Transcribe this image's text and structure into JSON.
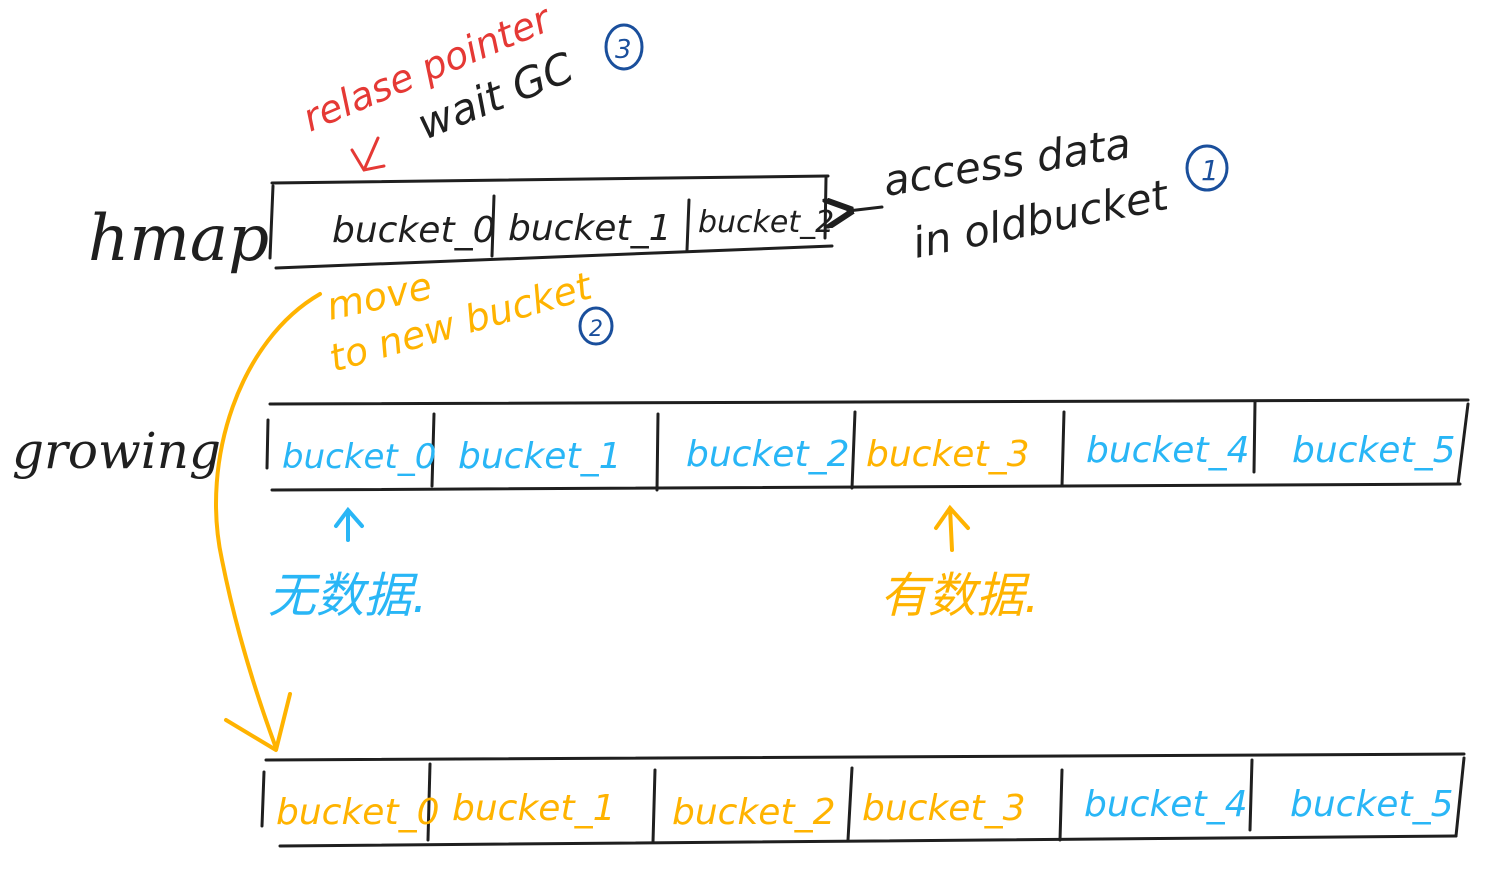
{
  "colors": {
    "ink": "#1f1f1f",
    "blue": "#29b6f6",
    "orange": "#ffb300",
    "red": "#e53935",
    "navy": "#1a4f9c"
  },
  "labels": {
    "hmap": "hmap",
    "growing": "growing"
  },
  "rows": {
    "hmap": {
      "buckets": [
        {
          "label": "bucket_0",
          "color": "#1f1f1f"
        },
        {
          "label": "bucket_1",
          "color": "#1f1f1f"
        },
        {
          "label": "bucket_2",
          "color": "#1f1f1f"
        }
      ]
    },
    "growing": {
      "buckets": [
        {
          "label": "bucket_0",
          "color": "#29b6f6"
        },
        {
          "label": "bucket_1",
          "color": "#29b6f6"
        },
        {
          "label": "bucket_2",
          "color": "#29b6f6"
        },
        {
          "label": "bucket_3",
          "color": "#ffb300"
        },
        {
          "label": "bucket_4",
          "color": "#29b6f6"
        },
        {
          "label": "bucket_5",
          "color": "#29b6f6"
        }
      ]
    },
    "new": {
      "buckets": [
        {
          "label": "bucket_0",
          "color": "#ffb300"
        },
        {
          "label": "bucket_1",
          "color": "#ffb300"
        },
        {
          "label": "bucket_2",
          "color": "#ffb300"
        },
        {
          "label": "bucket_3",
          "color": "#ffb300"
        },
        {
          "label": "bucket_4",
          "color": "#29b6f6"
        },
        {
          "label": "bucket_5",
          "color": "#29b6f6"
        }
      ]
    }
  },
  "annotations": {
    "release_line1": "relase pointer",
    "release_line2": "wait GC",
    "release_step": "3",
    "access_line1": "access data",
    "access_line2": "in oldbucket",
    "access_step": "1",
    "move_line1": "move",
    "move_line2": "to new bucket",
    "move_step": "2",
    "no_data": "无数据.",
    "has_data": "有数据."
  }
}
